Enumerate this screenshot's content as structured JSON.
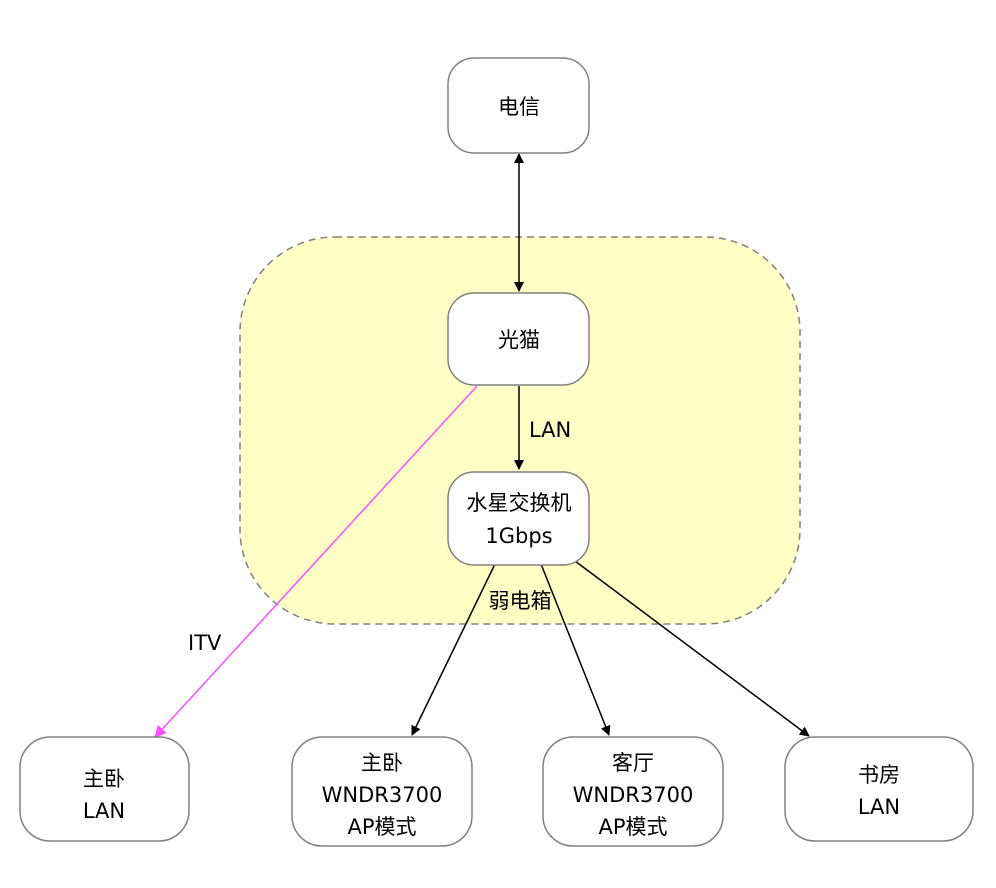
{
  "diagram": {
    "group": {
      "id": "weak-box",
      "label": "弱电箱",
      "fill": "#ffffc5",
      "stroke": "#808080"
    },
    "nodes": [
      {
        "id": "telecom",
        "lines": [
          "电信"
        ]
      },
      {
        "id": "optical-modem",
        "lines": [
          "光猫"
        ]
      },
      {
        "id": "switch",
        "lines": [
          "水星交换机",
          "1Gbps"
        ]
      },
      {
        "id": "master-bedroom-lan",
        "lines": [
          "主卧",
          "LAN"
        ]
      },
      {
        "id": "master-bedroom-ap",
        "lines": [
          "主卧",
          "WNDR3700",
          "AP模式"
        ]
      },
      {
        "id": "living-room-ap",
        "lines": [
          "客厅",
          "WNDR3700",
          "AP模式"
        ]
      },
      {
        "id": "study-lan",
        "lines": [
          "书房",
          "LAN"
        ]
      }
    ],
    "edges": [
      {
        "id": "telecom-modem",
        "from": "telecom",
        "to": "optical-modem",
        "label": "",
        "bidirectional": true,
        "color": "#000000"
      },
      {
        "id": "modem-switch",
        "from": "optical-modem",
        "to": "switch",
        "label": "LAN",
        "bidirectional": false,
        "color": "#000000"
      },
      {
        "id": "modem-itv",
        "from": "optical-modem",
        "to": "master-bedroom-lan",
        "label": "ITV",
        "bidirectional": false,
        "color": "#ff4dff"
      },
      {
        "id": "switch-master-ap",
        "from": "switch",
        "to": "master-bedroom-ap",
        "label": "",
        "bidirectional": false,
        "color": "#000000"
      },
      {
        "id": "switch-living-ap",
        "from": "switch",
        "to": "living-room-ap",
        "label": "",
        "bidirectional": false,
        "color": "#000000"
      },
      {
        "id": "switch-study",
        "from": "switch",
        "to": "study-lan",
        "label": "",
        "bidirectional": false,
        "color": "#000000"
      }
    ]
  }
}
